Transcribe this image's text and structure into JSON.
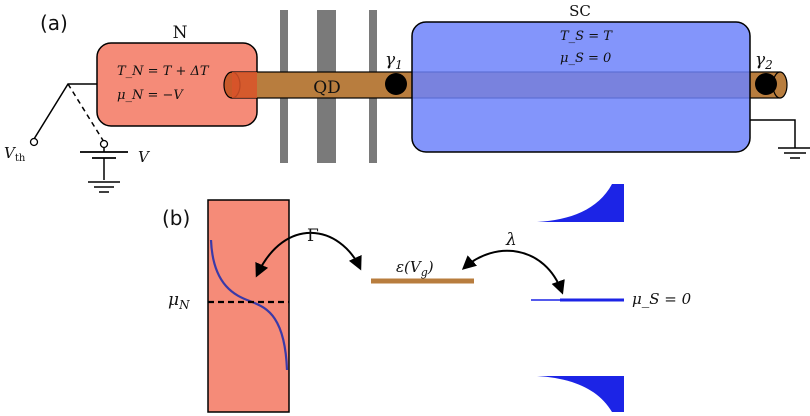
{
  "panel_a": {
    "label": "(a)",
    "normal_lead": {
      "title": "N",
      "temp": "T_N = T + ΔT",
      "mu": "μ_N = −V",
      "color": "#f58b78"
    },
    "quantum_dot": {
      "label": "QD",
      "color": "#b87d3e"
    },
    "superconductor": {
      "title": "SC",
      "temp": "T_S = T",
      "mu": "μ_S = 0",
      "color": "#7f90fb"
    },
    "majorana_1": "γ",
    "majorana_1_sub": "1",
    "majorana_2": "γ",
    "majorana_2_sub": "2",
    "thermovoltage": "V",
    "thermovoltage_sub": "th",
    "bias": "V"
  },
  "panel_b": {
    "label": "(b)",
    "mu_N": "μ",
    "mu_N_sub": "N",
    "gamma": "Γ",
    "lambda": "λ",
    "level": "ε(V",
    "level_sub": "g",
    "level_end": ")",
    "mu_S": "μ_S = 0"
  }
}
